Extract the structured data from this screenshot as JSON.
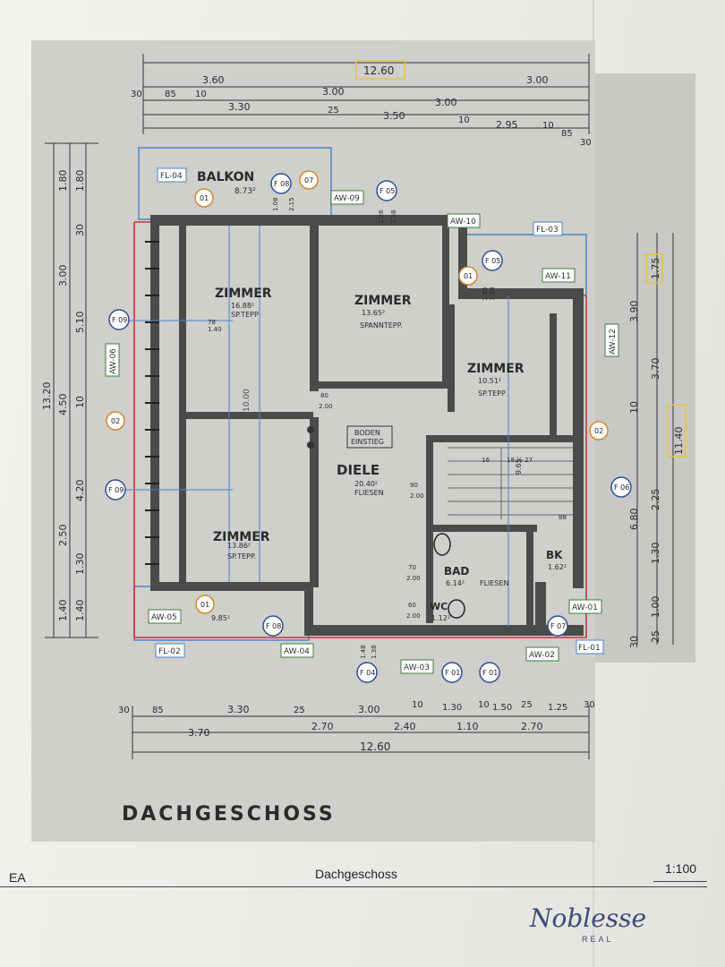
{
  "footer": {
    "code": "EA",
    "title": "Dachgeschoss",
    "scale": "1:100"
  },
  "brand": {
    "logo_text": "Noblesse",
    "logo_sub": "REAL",
    "logo_color": "#3f4a7a"
  },
  "plan": {
    "floor_title": "DACHGESCHOSS",
    "rooms": {
      "balkon_top": "BALKON",
      "balkon_top_area": "8.73²",
      "zimmer1": "ZIMMER",
      "zimmer1_sub": "16.88²",
      "zimmer1_floor": "SP.TEPP",
      "zimmer2": "ZIMMER",
      "zimmer2_sub": "13.65²",
      "zimmer2_floor": "SPANNTEPP.",
      "zimmer3": "ZIMMER",
      "zimmer3_sub": "10.51²",
      "zimmer3_floor": "SP.TEPP",
      "zimmer4": "ZIMMER",
      "zimmer4_sub": "13.86²",
      "zimmer4_floor": "SP.TEPP.",
      "diele": "DIELE",
      "diele_sub": "20.40²",
      "diele_floor": "FLIESEN",
      "boden": "BODEN",
      "boden_sub": "EINSTIEG",
      "bad": "BAD",
      "bad_sub": "6.14²",
      "bad_floor": "FLIESEN",
      "wc": "WC",
      "wc_sub": "1.12²",
      "bk": "BK",
      "bk_sub": "1.62²",
      "balkon_bottom_area": "9.85²"
    },
    "dims_top": {
      "total_box": "12.60",
      "r1": [
        "3.60",
        "3.00"
      ],
      "r2": [
        "30",
        "85",
        "10",
        "3.30",
        "3.00",
        "3.00"
      ],
      "r3": [
        "25",
        "3.50",
        "10",
        "2.95",
        "10",
        "85",
        "30"
      ]
    },
    "dims_bottom": {
      "r1": [
        "30",
        "85",
        "3.30",
        "25",
        "3.00",
        "10",
        "1.30",
        "10",
        "1.50",
        "25",
        "1.25",
        "30"
      ],
      "r2": [
        "3.70",
        "2.70",
        "2.40",
        "1.10",
        "2.70"
      ],
      "total": "12.60"
    },
    "dims_left": [
      "1.80",
      "1.80",
      "3.00",
      "5.10",
      "13.20",
      "4.50",
      "4.20",
      "2.50",
      "1.40",
      "1.40",
      "30",
      "10",
      "1.30"
    ],
    "dims_right": [
      "1.75",
      "3.90",
      "3.70",
      "11.40",
      "10",
      "2.25",
      "6.80",
      "1.30",
      "1.00",
      "30",
      "25"
    ],
    "inner_labels": [
      "10.00",
      "9.65",
      "78",
      "1.40",
      "1.08",
      "2.15",
      "1.26",
      "1.38",
      "80",
      "2.00",
      "90",
      "2.00",
      "70",
      "2.00",
      "60",
      "2.00",
      "1.38",
      "1.48",
      "1.58",
      "1.26",
      "88",
      "16",
      "18 ½ 27"
    ],
    "wall_tags": [
      "AW-01",
      "AW-02",
      "AW-03",
      "AW-04",
      "AW-05",
      "AW-06",
      "AW-09",
      "AW-10",
      "AW-11",
      "AW-12"
    ],
    "floor_tags": [
      "FL-01",
      "FL-02",
      "FL-03",
      "FL-04"
    ],
    "window_markers": [
      "F 01",
      "F 01",
      "F 04",
      "F 05",
      "F 05",
      "F 06",
      "F 07",
      "F 08",
      "F 08",
      "F 09",
      "F 09"
    ],
    "orange_markers": [
      "01",
      "01",
      "01",
      "02",
      "02",
      "07"
    ],
    "colors": {
      "tag_green": "#3f7d3a",
      "marker_blue": "#2e4f95",
      "marker_orange": "#d08a2a",
      "outline_red": "#c8323c",
      "outline_blue": "#4a86c9",
      "highlight_yellow": "#e2c54a"
    }
  }
}
